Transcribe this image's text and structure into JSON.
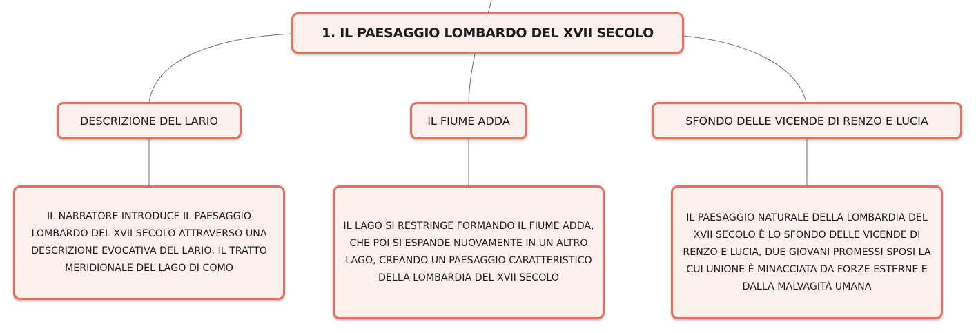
{
  "diagram": {
    "root": {
      "label": "1. IL PAESAGGIO LOMBARDO DEL XVII SECOLO"
    },
    "topics": [
      {
        "label": "DESCRIZIONE DEL LARIO",
        "detail": "IL NARRATORE INTRODUCE IL PAESAGGIO LOMBARDO DEL XVII SECOLO ATTRAVERSO UNA DESCRIZIONE EVOCATIVA DEL LARIO, IL TRATTO MERIDIONALE DEL LAGO DI COMO"
      },
      {
        "label": "IL FIUME ADDA",
        "detail": "IL LAGO SI RESTRINGE FORMANDO IL FIUME ADDA, CHE POI SI ESPANDE NUOVAMENTE IN UN ALTRO LAGO, CREANDO UN PAESAGGIO CARATTERISTICO DELLA LOMBARDIA DEL XVII SECOLO"
      },
      {
        "label": "SFONDO DELLE VICENDE DI RENZO E LUCIA",
        "detail": "IL PAESAGGIO NATURALE DELLA LOMBARDIA DEL XVII SECOLO È LO SFONDO DELLE VICENDE DI RENZO E LUCIA, DUE GIOVANI PROMESSI SPOSI LA CUI UNIONE È MINACCIATA DA FORZE ESTERNE E DALLA MALVAGITÀ UMANA"
      }
    ],
    "colors": {
      "node_border": "#e8705e",
      "node_fill": "#fdf1ee",
      "connector": "#6e6e6e",
      "text": "#1d1d1d"
    }
  }
}
